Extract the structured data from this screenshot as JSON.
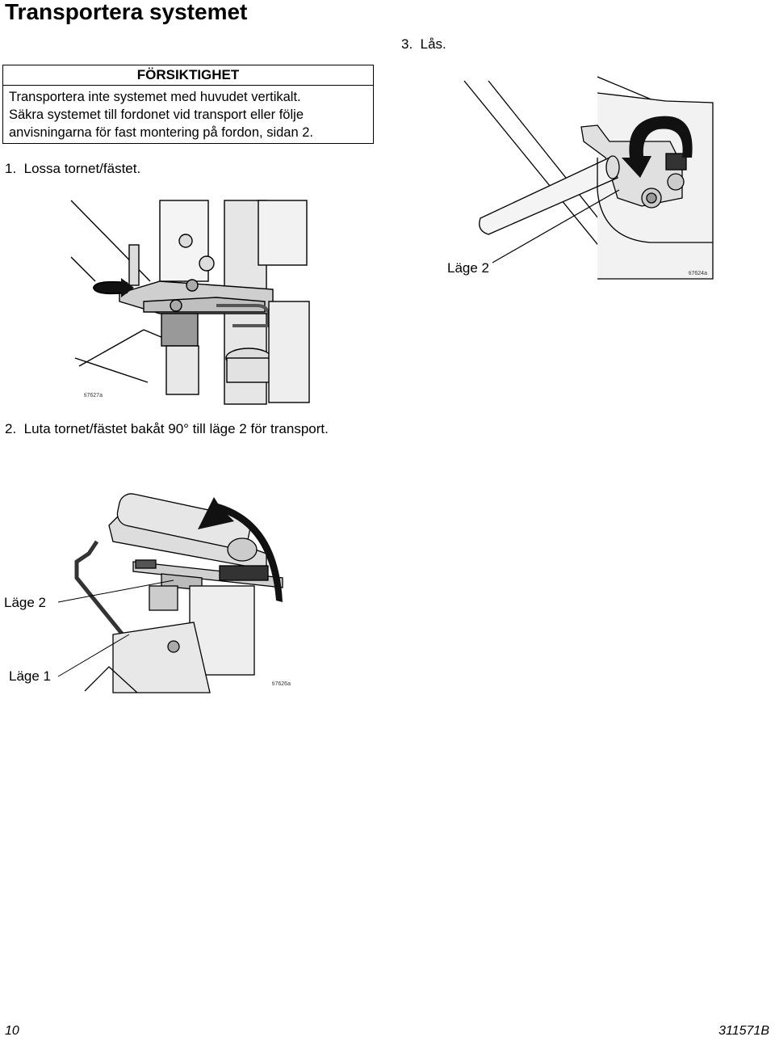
{
  "page": {
    "title": "Transportera systemet",
    "page_number": "10",
    "doc_number": "311571B"
  },
  "caution": {
    "heading": "FÖRSIKTIGHET",
    "lines": [
      "Transportera inte systemet med huvudet vertikalt.",
      "Säkra systemet till fordonet vid transport eller följe",
      "anvisningarna för fast montering på fordon, sidan 2."
    ]
  },
  "steps": {
    "step1": "1.  Lossa tornet/fästet.",
    "step2": "2.  Luta tornet/fästet bakåt 90° till läge 2 för transport.",
    "step3": "3.  Lås."
  },
  "figures": {
    "fig1": {
      "id": "ti7627a"
    },
    "fig2": {
      "id": "ti7626a",
      "label_pos2": "Läge 2",
      "label_pos1": "Läge 1"
    },
    "fig3": {
      "id": "ti7624a",
      "label_pos2": "Läge 2"
    }
  },
  "icons": [
    "rotate-arrow-icon",
    "leader-line"
  ]
}
